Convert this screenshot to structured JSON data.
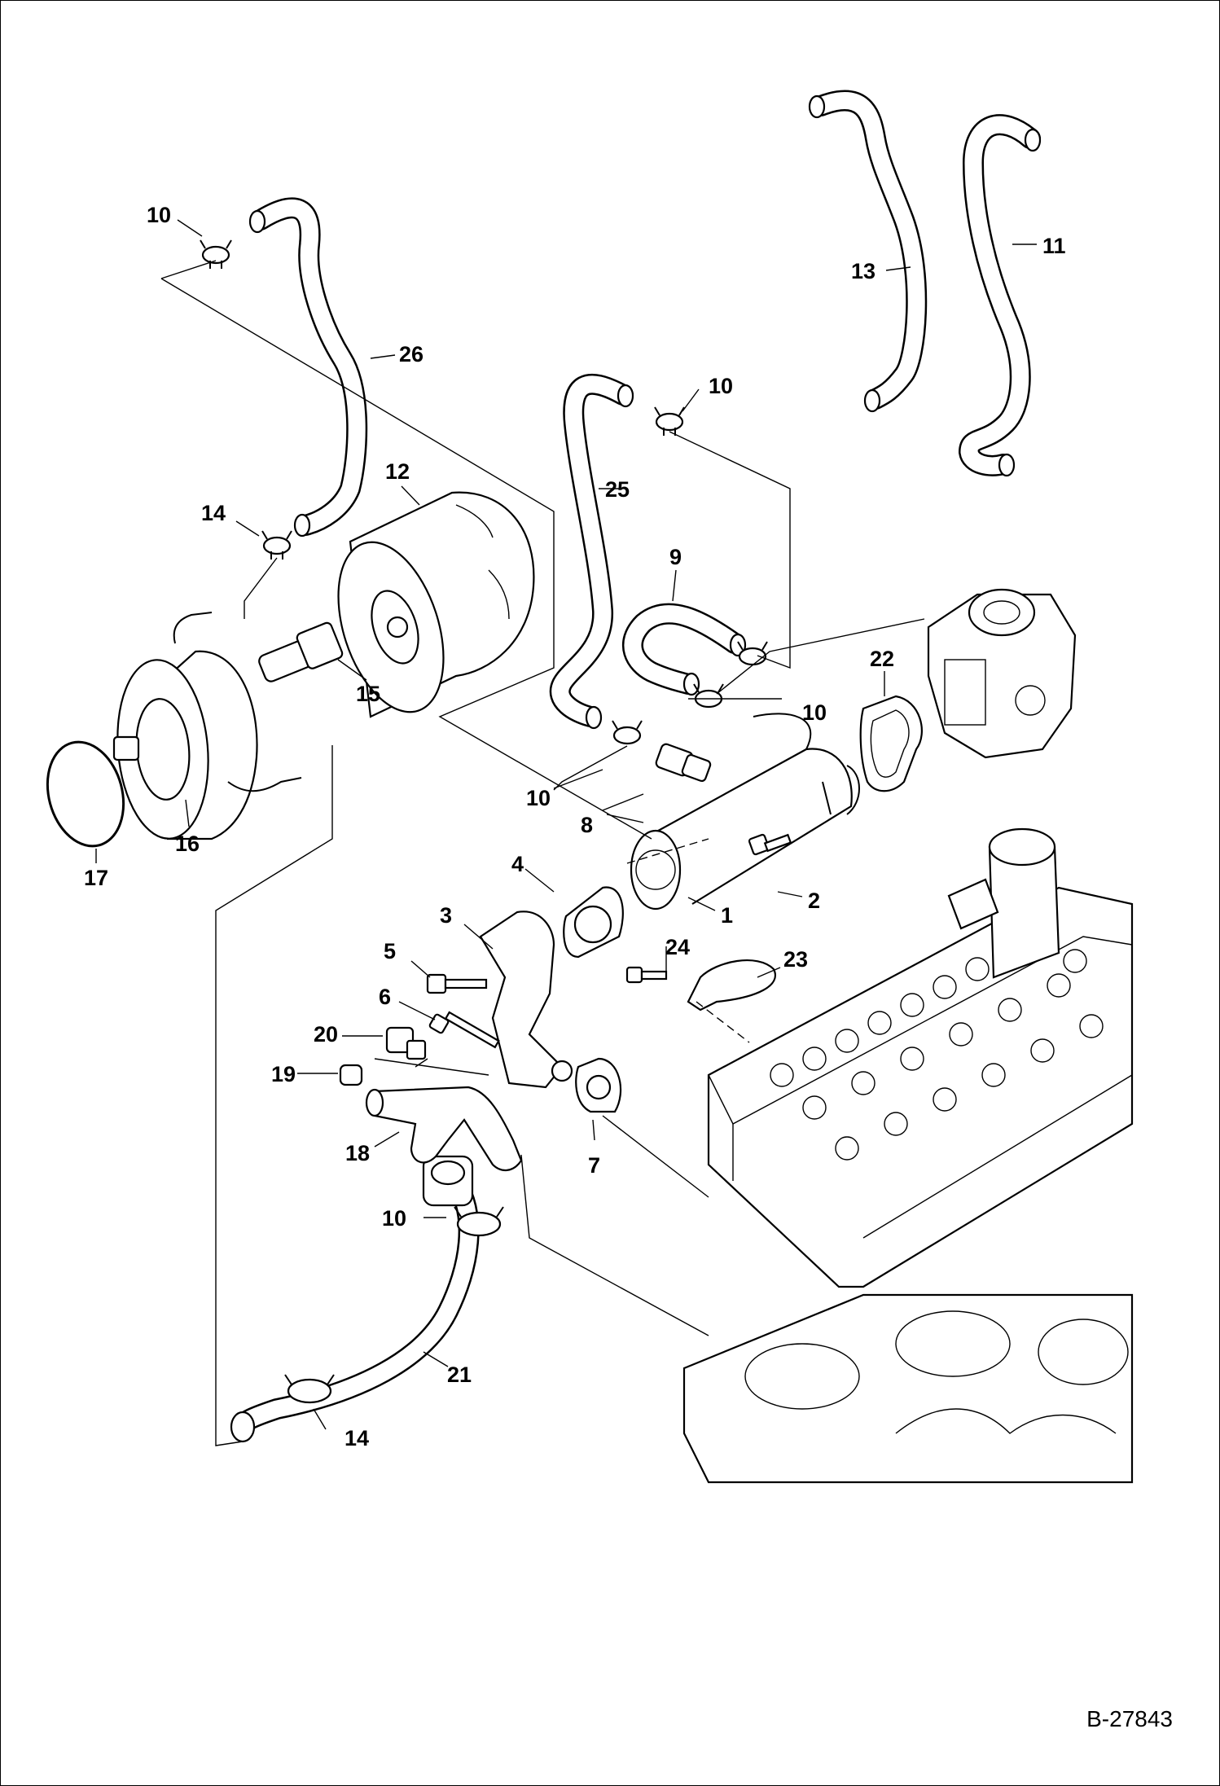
{
  "document_ref": "B-27843",
  "callouts": {
    "c1": "1",
    "c2": "2",
    "c3": "3",
    "c4": "4",
    "c5": "5",
    "c6": "6",
    "c7": "7",
    "c8": "8",
    "c9": "9",
    "c10a": "10",
    "c10b": "10",
    "c10c": "10",
    "c10d": "10",
    "c10e": "10",
    "c11": "11",
    "c12": "12",
    "c13": "13",
    "c14a": "14",
    "c14b": "14",
    "c15": "15",
    "c16": "16",
    "c17": "17",
    "c18": "18",
    "c19": "19",
    "c20": "20",
    "c21": "21",
    "c22": "22",
    "c23": "23",
    "c24": "24",
    "c25": "25",
    "c26": "26"
  }
}
